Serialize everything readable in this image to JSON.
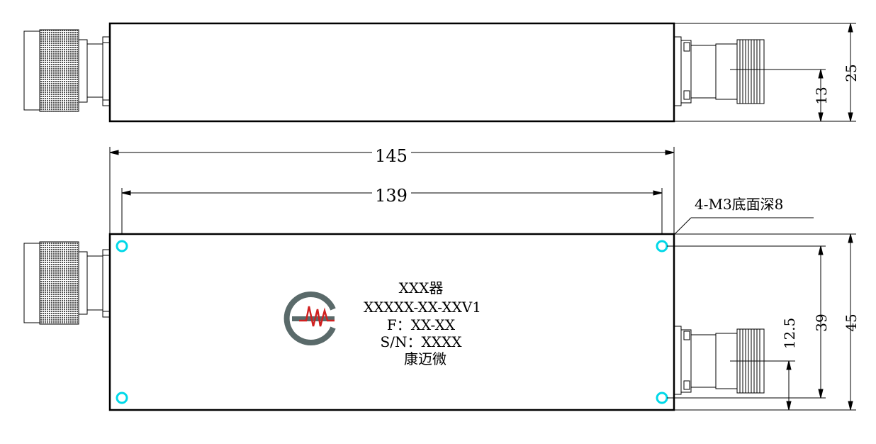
{
  "dimensions": {
    "top_height": "25",
    "top_connector_center": "13",
    "overall_length": "145",
    "hole_spacing_length": "139",
    "bottom_height": "45",
    "hole_spacing_height": "39",
    "connector_offset": "12.5"
  },
  "callout": {
    "holes": "4-M3底面深8"
  },
  "nameplate": {
    "name": "XXX器",
    "model": "XXXXX-XX-XXV1",
    "frequency": "F：XX-XX",
    "serial": "S/N：XXXX",
    "company": "康迈微"
  },
  "colors": {
    "line": "#000000",
    "hole": "#00d8e8",
    "knurl": "#555555",
    "logo_gray": "#5a6a6a",
    "logo_red": "#d02020"
  }
}
